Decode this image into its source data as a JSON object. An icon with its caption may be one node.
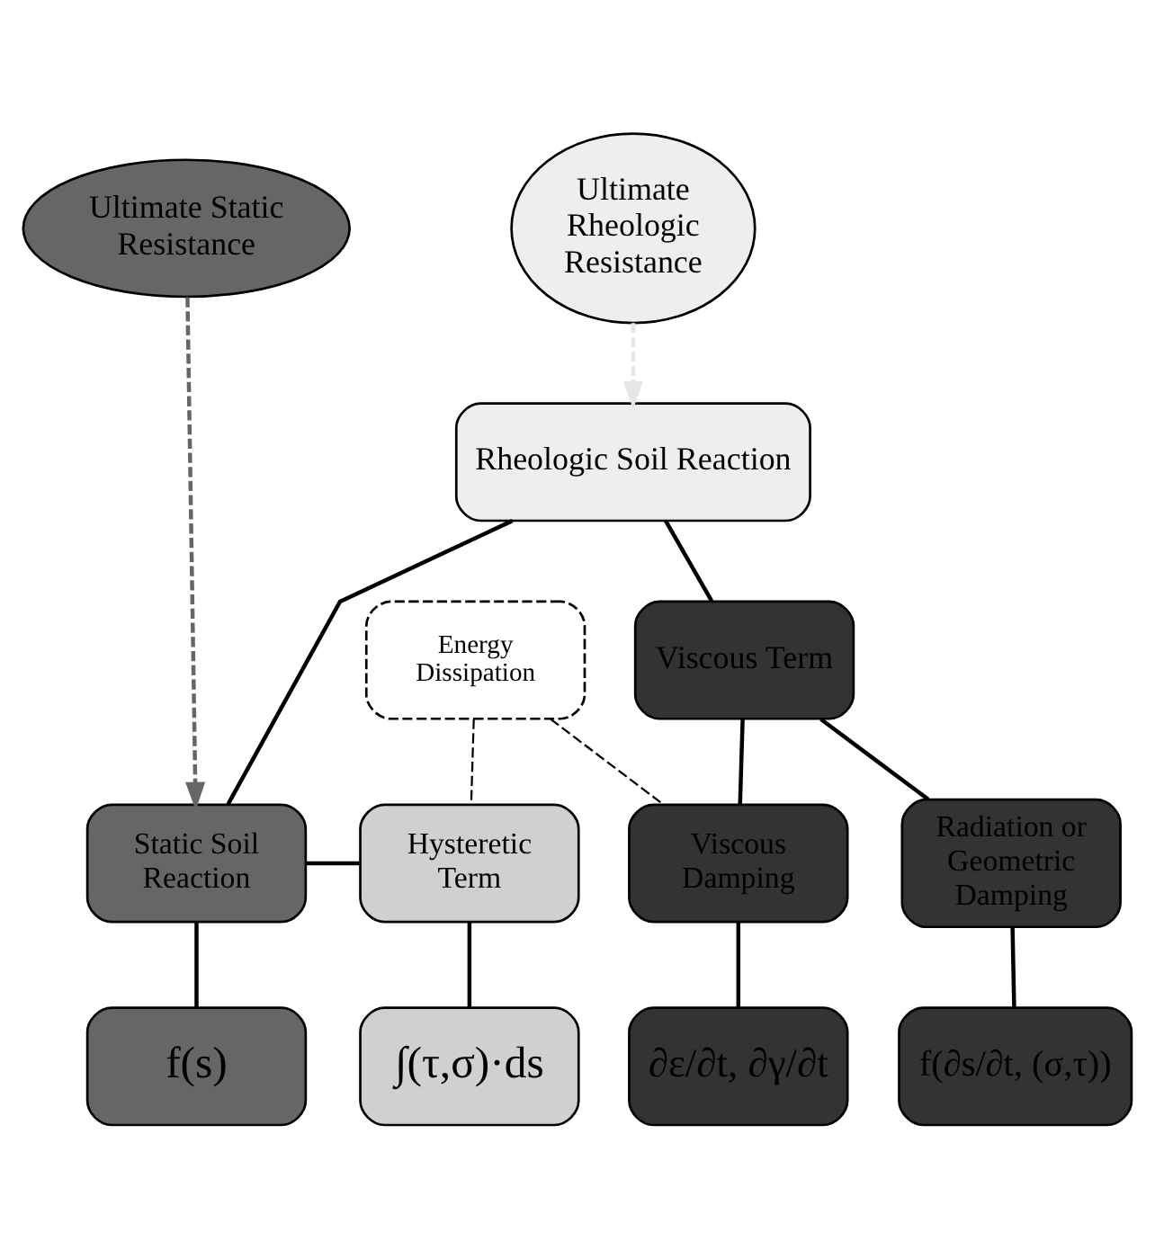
{
  "diagram": {
    "nodes": [
      {
        "text": [
          "Ultimate Static Resistance"
        ]
      },
      {
        "text": [
          "Ultimate Rheologic Resistance"
        ]
      },
      {
        "text": [
          "Rheologic Soil Reaction"
        ]
      },
      {
        "text": [
          "Viscous Term"
        ]
      },
      {
        "text": [
          "Energy Dissipation"
        ]
      },
      {
        "text": [
          "Static Soil Reaction"
        ]
      },
      {
        "text": [
          "Hysteretic Term"
        ]
      },
      {
        "text": [
          "Viscous Damping"
        ]
      },
      {
        "text": [
          "Radiation or Geometric Damping"
        ]
      },
      {
        "text": [
          "f(s)"
        ]
      },
      {
        "text": [
          "∫(τ,σ)·ds"
        ]
      },
      {
        "text": [
          "∂ε/∂t, ∂γ/∂t"
        ]
      },
      {
        "text": [
          "f(∂s/∂t, (σ,τ))"
        ]
      }
    ],
    "edges": [
      {
        "from": 0,
        "to": 5,
        "arrow": "to",
        "style": "dashed",
        "color": "#666666"
      },
      {
        "from": 1,
        "to": 2,
        "arrow": "to",
        "style": "dashed",
        "color": "#e6e6e6"
      },
      {
        "from": 2,
        "to": 5,
        "arrow": "none"
      },
      {
        "from": 2,
        "to": 3,
        "arrow": "none"
      },
      {
        "from": 3,
        "to": 7,
        "arrow": "none"
      },
      {
        "from": 3,
        "to": 8,
        "arrow": "none"
      },
      {
        "from": 5,
        "to": 6,
        "arrow": "none"
      },
      {
        "from": 4,
        "to": 6,
        "arrow": "none",
        "style": "dashed"
      },
      {
        "from": 4,
        "to": 7,
        "arrow": "none",
        "style": "dashed"
      },
      {
        "from": 5,
        "to": 9,
        "arrow": "none"
      },
      {
        "from": 6,
        "to": 10,
        "arrow": "none"
      },
      {
        "from": 7,
        "to": 11,
        "arrow": "none"
      },
      {
        "from": 8,
        "to": 12,
        "arrow": "none"
      }
    ]
  }
}
